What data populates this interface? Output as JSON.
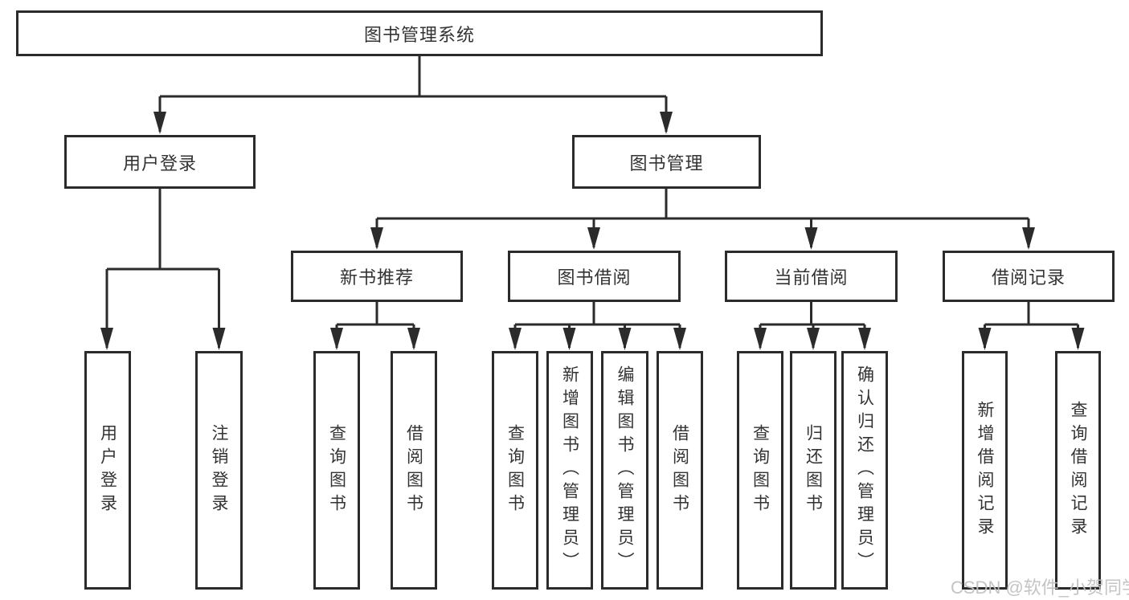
{
  "tree": {
    "root": {
      "label": "图书管理系统"
    },
    "branches": [
      {
        "label": "用户登录",
        "children": [
          {
            "label": "用户登录"
          },
          {
            "label": "注销登录"
          }
        ]
      },
      {
        "label": "图书管理",
        "groups": [
          {
            "label": "新书推荐",
            "children": [
              {
                "label": "查询图书"
              },
              {
                "label": "借阅图书"
              }
            ]
          },
          {
            "label": "图书借阅",
            "children": [
              {
                "label": "查询图书"
              },
              {
                "label": "新增图书（管理员）"
              },
              {
                "label": "编辑图书（管理员）"
              },
              {
                "label": "借阅图书"
              }
            ]
          },
          {
            "label": "当前借阅",
            "children": [
              {
                "label": "查询图书"
              },
              {
                "label": "归还图书"
              },
              {
                "label": "确认归还（管理员）"
              }
            ]
          },
          {
            "label": "借阅记录",
            "children": [
              {
                "label": "新增借阅记录"
              },
              {
                "label": "查询借阅记录"
              }
            ]
          }
        ]
      }
    ]
  },
  "watermark": {
    "text": "CSDN @软件_小贺同学"
  },
  "colors": {
    "line": "#2b2b2b",
    "border": "#2b2b2b",
    "text": "#333333",
    "background": "#ffffff",
    "watermark": "#c1c1c1"
  }
}
